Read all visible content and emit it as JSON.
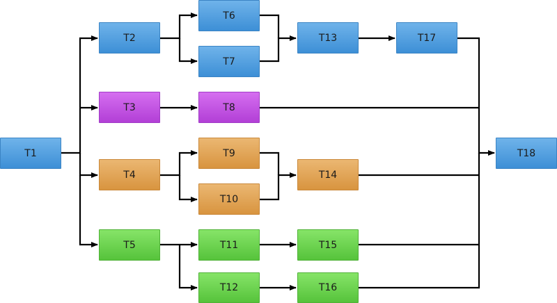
{
  "diagram": {
    "nodes": [
      {
        "id": "t1",
        "label": "T1",
        "color": "#4a9be0"
      },
      {
        "id": "t2",
        "label": "T2",
        "color": "#4a9be0"
      },
      {
        "id": "t3",
        "label": "T3",
        "color": "#c050e0"
      },
      {
        "id": "t4",
        "label": "T4",
        "color": "#e0a050"
      },
      {
        "id": "t5",
        "label": "T5",
        "color": "#66d04a"
      },
      {
        "id": "t6",
        "label": "T6",
        "color": "#4a9be0"
      },
      {
        "id": "t7",
        "label": "T7",
        "color": "#4a9be0"
      },
      {
        "id": "t8",
        "label": "T8",
        "color": "#c050e0"
      },
      {
        "id": "t9",
        "label": "T9",
        "color": "#e0a050"
      },
      {
        "id": "t10",
        "label": "T10",
        "color": "#e0a050"
      },
      {
        "id": "t11",
        "label": "T11",
        "color": "#66d04a"
      },
      {
        "id": "t12",
        "label": "T12",
        "color": "#66d04a"
      },
      {
        "id": "t13",
        "label": "T13",
        "color": "#4a9be0"
      },
      {
        "id": "t14",
        "label": "T14",
        "color": "#e0a050"
      },
      {
        "id": "t15",
        "label": "T15",
        "color": "#66d04a"
      },
      {
        "id": "t16",
        "label": "T16",
        "color": "#66d04a"
      },
      {
        "id": "t17",
        "label": "T17",
        "color": "#4a9be0"
      },
      {
        "id": "t18",
        "label": "T18",
        "color": "#4a9be0"
      }
    ],
    "edges": [
      [
        "T1",
        "T2"
      ],
      [
        "T1",
        "T3"
      ],
      [
        "T1",
        "T4"
      ],
      [
        "T1",
        "T5"
      ],
      [
        "T2",
        "T6"
      ],
      [
        "T2",
        "T7"
      ],
      [
        "T6",
        "T13"
      ],
      [
        "T7",
        "T13"
      ],
      [
        "T13",
        "T17"
      ],
      [
        "T17",
        "T18"
      ],
      [
        "T3",
        "T8"
      ],
      [
        "T8",
        "T18"
      ],
      [
        "T4",
        "T9"
      ],
      [
        "T4",
        "T10"
      ],
      [
        "T9",
        "T14"
      ],
      [
        "T10",
        "T14"
      ],
      [
        "T14",
        "T18"
      ],
      [
        "T5",
        "T11"
      ],
      [
        "T5",
        "T12"
      ],
      [
        "T11",
        "T15"
      ],
      [
        "T12",
        "T16"
      ],
      [
        "T15",
        "T18"
      ],
      [
        "T16",
        "T18"
      ]
    ],
    "edge_color": "#000000"
  }
}
